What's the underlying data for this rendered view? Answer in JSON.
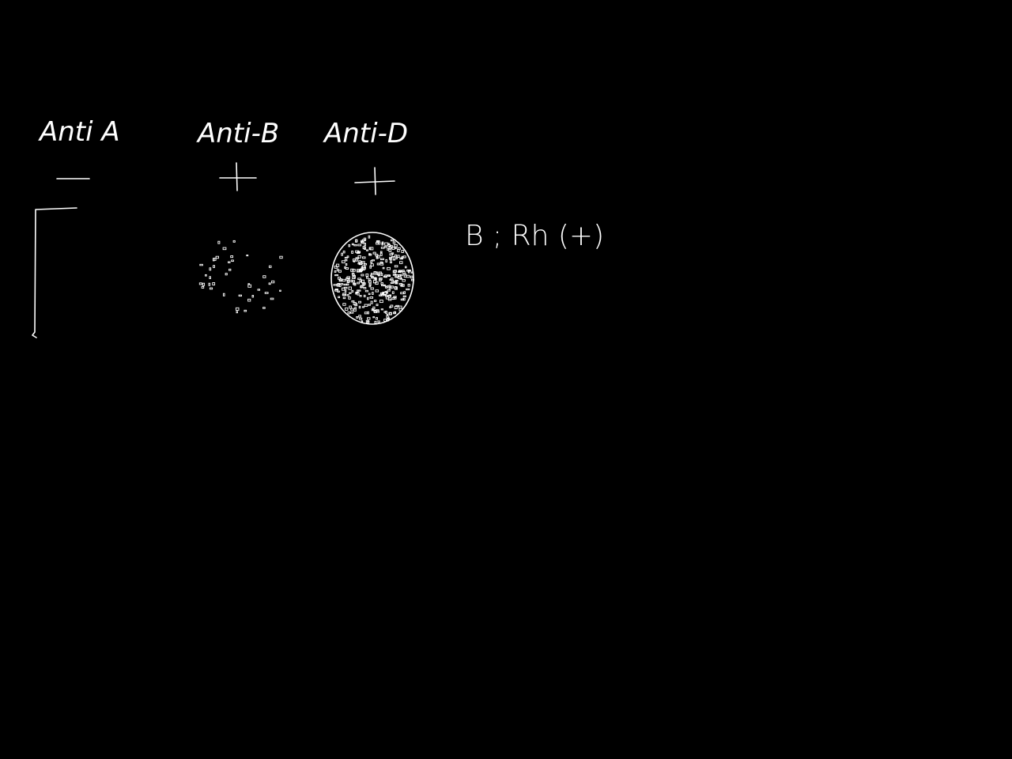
{
  "columns": [
    {
      "label": "Anti A",
      "reaction": "−",
      "agglutination": "none"
    },
    {
      "label": "Anti-B",
      "reaction": "+",
      "agglutination": "moderate"
    },
    {
      "label": "Anti-D",
      "reaction": "+",
      "agglutination": "strong"
    }
  ],
  "result": "B ; Rh (+)",
  "colors": {
    "background": "#000000",
    "ink": "#ffffff"
  }
}
